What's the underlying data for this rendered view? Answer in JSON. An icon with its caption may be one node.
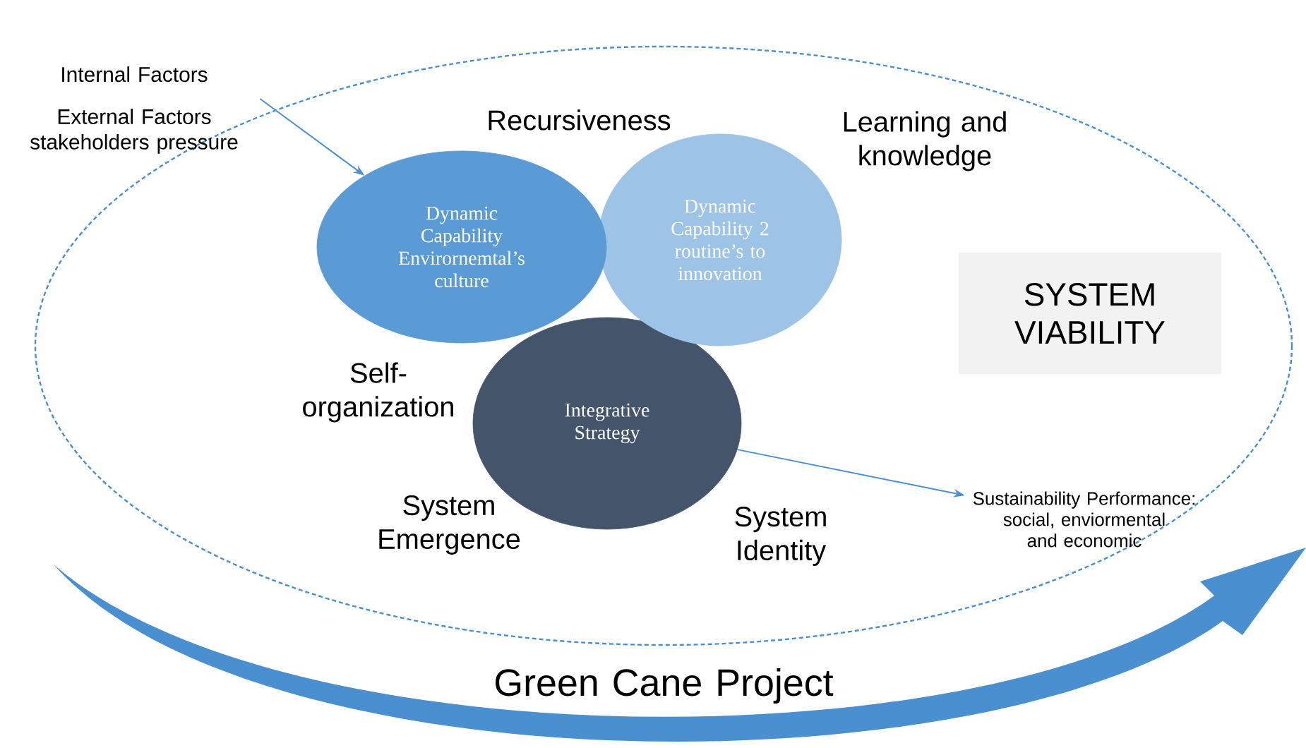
{
  "diagram": {
    "nodes": [
      {
        "text": [
          "Internal Factors",
          "External Factors stakeholders pressure"
        ]
      },
      {
        "text": [
          "Dynamic Capability Envirornemtal’s culture"
        ]
      },
      {
        "text": [
          "Dynamic Capability 2 routine’s to innovation"
        ]
      },
      {
        "text": [
          "Integrative Strategy"
        ]
      },
      {
        "text": [
          "Sustainability Performance: social, enviormental and economic"
        ]
      },
      {
        "text": [
          "SYSTEM VIABILITY"
        ]
      }
    ],
    "edges": [
      {
        "from": 0,
        "to": 1,
        "arrow": "to"
      },
      {
        "from": 3,
        "to": 4,
        "arrow": "to"
      }
    ],
    "labels": [
      "Recursiveness",
      "Learning and knowledge",
      "Self-organization",
      "System Emergence",
      "System Identity",
      "Green Cane Project"
    ]
  }
}
